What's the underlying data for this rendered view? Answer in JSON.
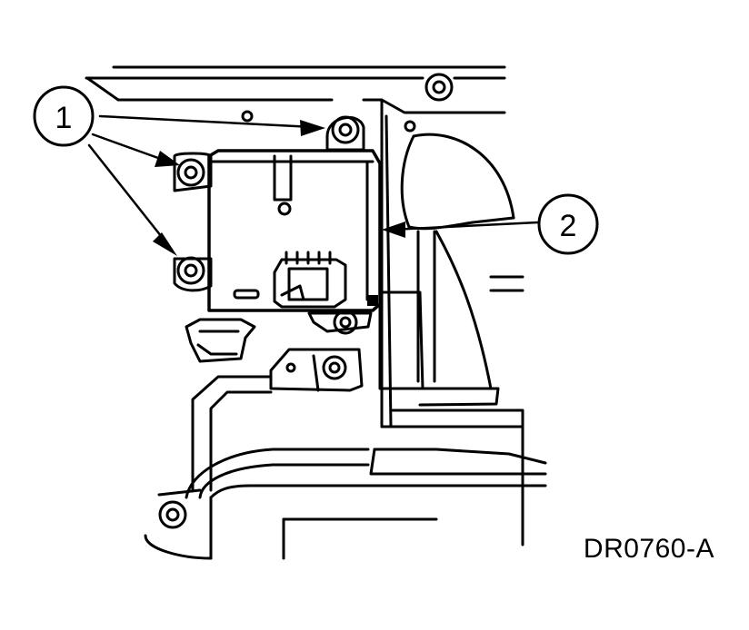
{
  "callouts": [
    {
      "label": "1"
    },
    {
      "label": "2"
    }
  ],
  "figure_id": "DR0760-A"
}
